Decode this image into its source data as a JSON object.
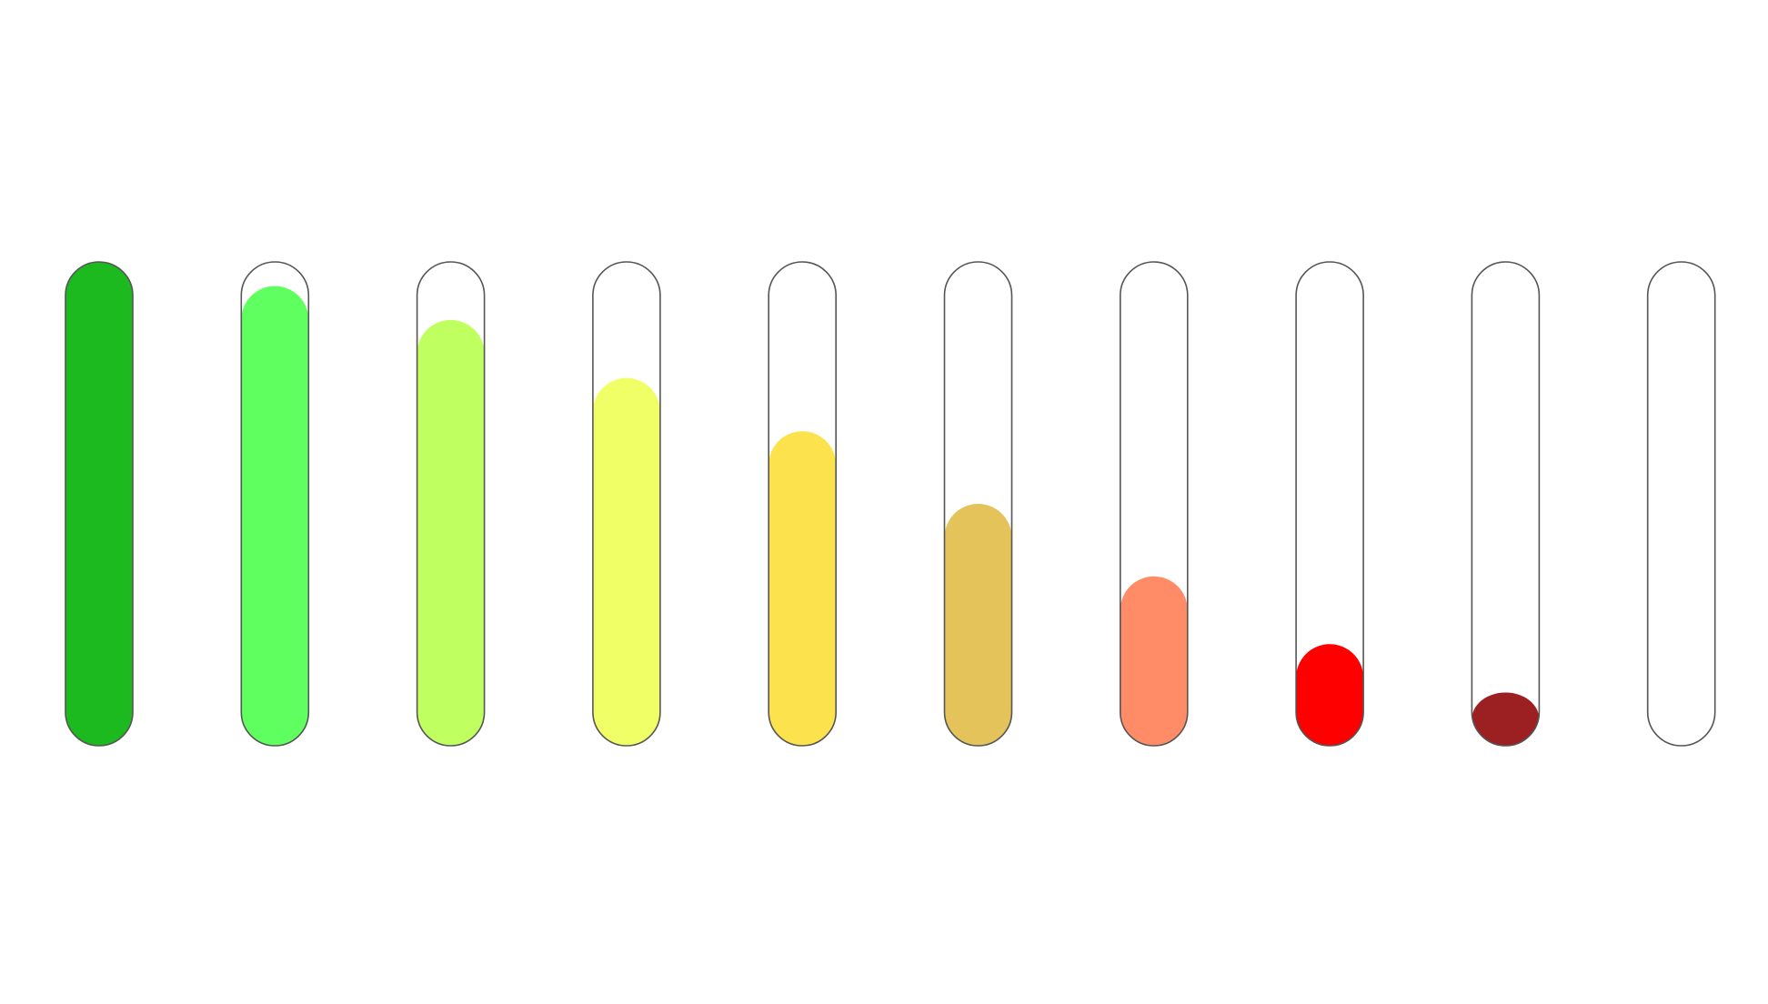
{
  "gauges": [
    {
      "level": 1.0,
      "color": "#1dba1f"
    },
    {
      "level": 0.95,
      "color": "#60ff60"
    },
    {
      "level": 0.88,
      "color": "#c0ff60"
    },
    {
      "level": 0.76,
      "color": "#f0ff66"
    },
    {
      "level": 0.65,
      "color": "#fce24c"
    },
    {
      "level": 0.5,
      "color": "#e4c45a"
    },
    {
      "level": 0.35,
      "color": "#ff8c66"
    },
    {
      "level": 0.21,
      "color": "#ff0000"
    },
    {
      "level": 0.11,
      "color": "#9c1f21"
    },
    {
      "level": 0.0,
      "color": "#ffffff"
    }
  ],
  "outline_color": "#555555"
}
